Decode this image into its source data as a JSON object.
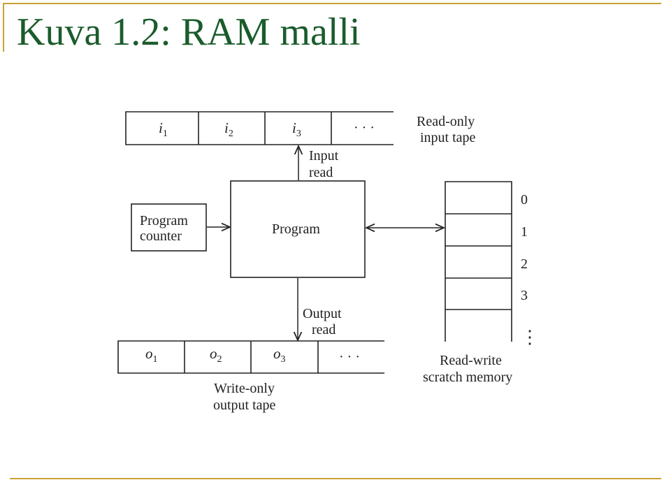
{
  "slide": {
    "title": "Kuva 1.2: RAM malli"
  },
  "diagram": {
    "input_tape": {
      "cells": [
        {
          "var": "i",
          "sub": "1"
        },
        {
          "var": "i",
          "sub": "2"
        },
        {
          "var": "i",
          "sub": "3"
        }
      ],
      "ellipsis": "· · ·",
      "label_line1": "Read-only",
      "label_line2": "input tape"
    },
    "input_arrow": {
      "line1": "Input",
      "line2": "read"
    },
    "program": {
      "label": "Program"
    },
    "program_counter": {
      "line1": "Program",
      "line2": "counter"
    },
    "output_arrow": {
      "line1": "Output",
      "line2": "read"
    },
    "output_tape": {
      "cells": [
        {
          "var": "o",
          "sub": "1"
        },
        {
          "var": "o",
          "sub": "2"
        },
        {
          "var": "o",
          "sub": "3"
        }
      ],
      "ellipsis": "· · ·",
      "label_line1": "Write-only",
      "label_line2": "output tape"
    },
    "memory": {
      "addresses": [
        "0",
        "1",
        "2",
        "3"
      ],
      "vdots": "⋮",
      "label_line1": "Read-write",
      "label_line2": "scratch memory"
    }
  },
  "colors": {
    "title": "#1a5c2c",
    "accent_line": "#c9a233",
    "stroke": "#222222"
  }
}
